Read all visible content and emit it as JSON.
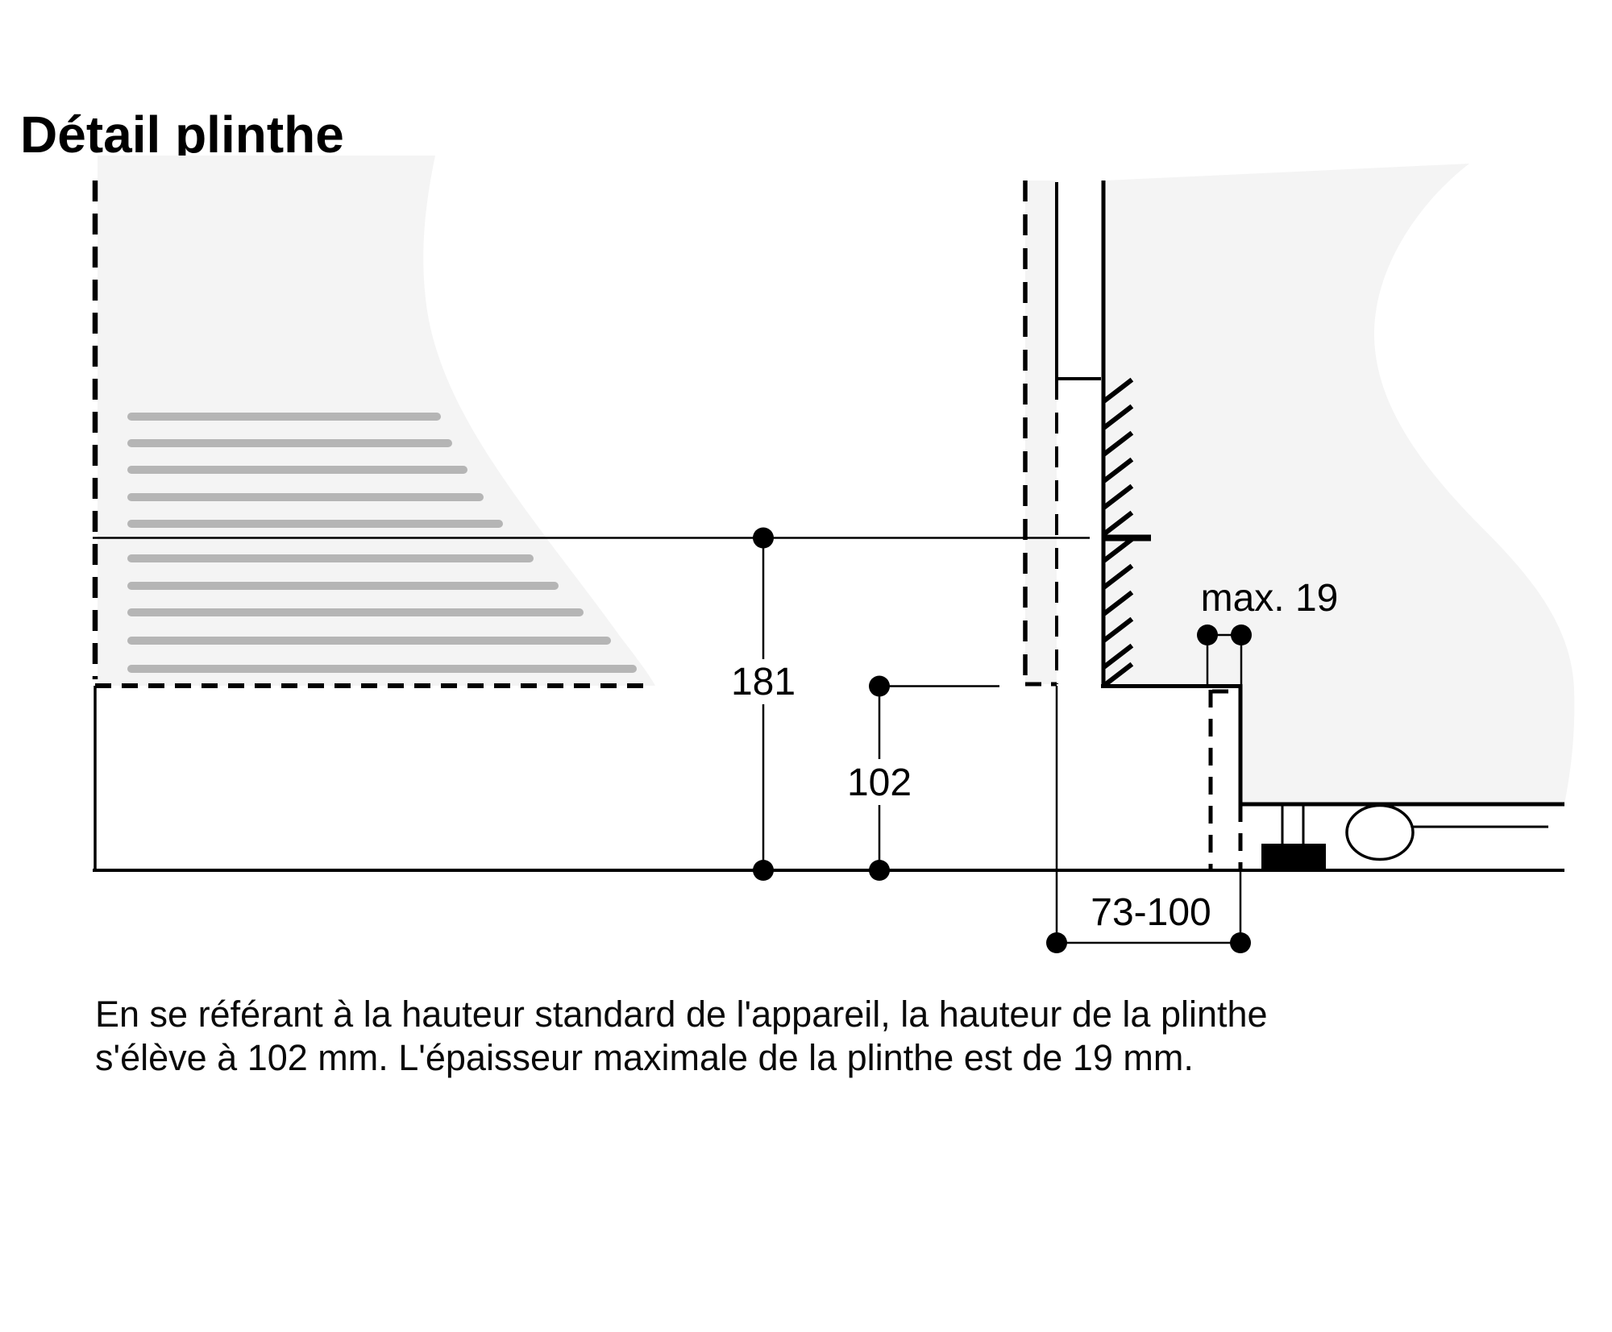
{
  "title": "Détail plinthe",
  "diagram": {
    "labels": {
      "total_height": "181",
      "plinth_height": "102",
      "recess_depth": "73-100",
      "plinth_max_thickness": "max. 19"
    },
    "colors": {
      "panel_fill": "#f4f4f4",
      "vent_slot_gray": "#b5b5b5",
      "line_black": "#000000"
    }
  },
  "caption": {
    "line1": "En se référant à la hauteur standard de l'appareil, la hauteur de la plinthe",
    "line2": "s'élève à 102 mm. L'épaisseur maximale de la plinthe est de 19 mm."
  }
}
